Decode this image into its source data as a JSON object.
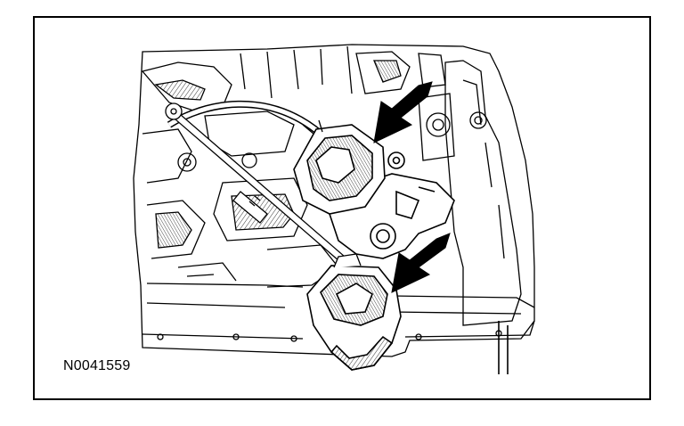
{
  "figure": {
    "id_label": "N0041559",
    "line_color": "#000000",
    "background": "#ffffff",
    "callouts": [
      "arrow-upper",
      "arrow-lower"
    ]
  }
}
